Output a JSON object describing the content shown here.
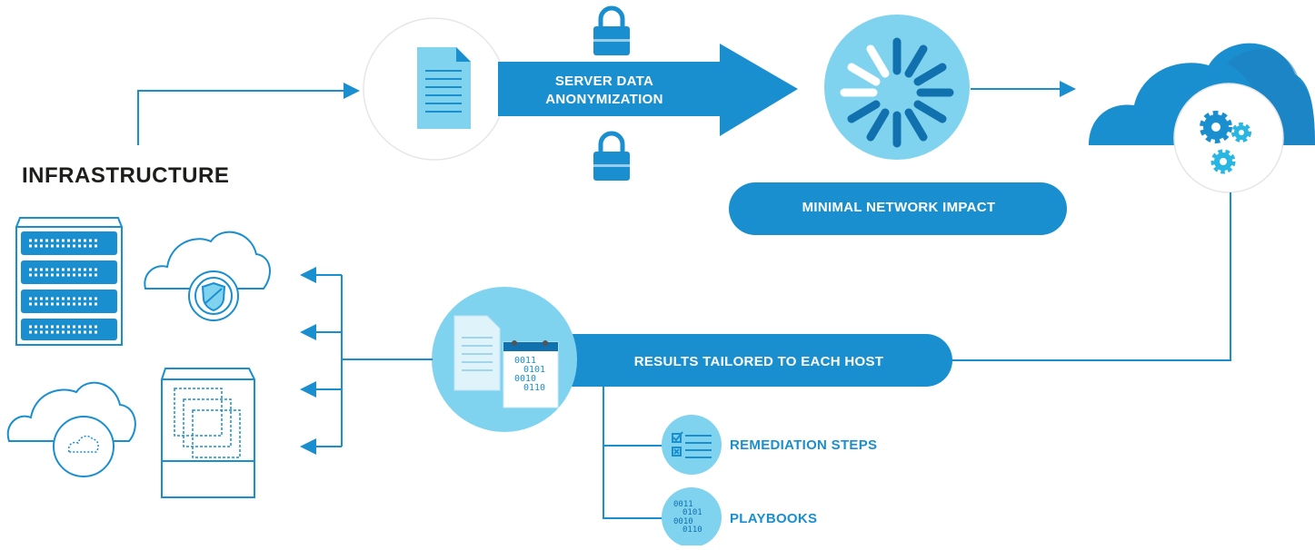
{
  "infrastructure": {
    "title": "INFRASTRUCTURE"
  },
  "upload": {
    "label_line1": "SERVER DATA",
    "label_line2": "ANONYMIZATION"
  },
  "network": {
    "label": "MINIMAL NETWORK IMPACT"
  },
  "results": {
    "label": "RESULTS TAILORED TO EACH HOST"
  },
  "outputs": [
    {
      "label": "REMEDIATION STEPS",
      "icon": "checklist-icon"
    },
    {
      "label": "PLAYBOOKS",
      "icon": "binary-code-icon"
    }
  ],
  "calendar_binary": [
    "0011",
    "0101",
    "0010",
    "0110"
  ],
  "colors": {
    "primary_blue": "#1a8fd0",
    "dark_blue": "#1170ae",
    "light_blue": "#7fd3ef",
    "pale_blue": "#dff3fb",
    "circle_gray": "#eeeeee",
    "text_dark": "#1d1d1b"
  }
}
